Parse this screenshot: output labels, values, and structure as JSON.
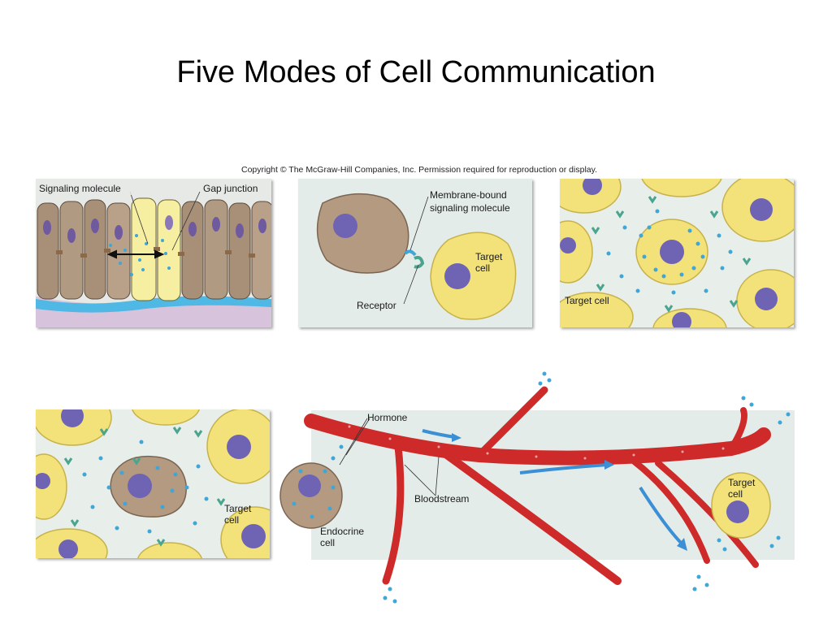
{
  "slide": {
    "title": "Five Modes of Cell Communication",
    "copyright": "Copyright © The McGraw-Hill Companies, Inc. Permission required for reproduction or display."
  },
  "panel_direct": {
    "signaling_molecule": "Signaling molecule",
    "gap_junction": "Gap junction"
  },
  "panel_contact": {
    "membrane_bound_1": "Membrane-bound",
    "membrane_bound_2": "signaling molecule",
    "target_1": "Target",
    "target_2": "cell",
    "receptor": "Receptor"
  },
  "panel_paracrine": {
    "target_cell": "Target cell"
  },
  "panel_autocrine": {
    "target_1": "Target",
    "target_2": "cell"
  },
  "panel_endocrine": {
    "hormone": "Hormone",
    "bloodstream": "Bloodstream",
    "target_1": "Target",
    "target_2": "cell",
    "endocrine_1": "Endocrine",
    "endocrine_2": "cell"
  },
  "colors": {
    "yellow_cell": "#f3e27a",
    "brown_cell": "#b49a80",
    "nucleus": "#6f63b3",
    "signal_dot": "#3fa6d8",
    "receptor": "#5bb39a",
    "blood_vessel": "#cf2a2a",
    "arrow": "#3b8fd4",
    "panel_bg": "#e4ece9"
  }
}
